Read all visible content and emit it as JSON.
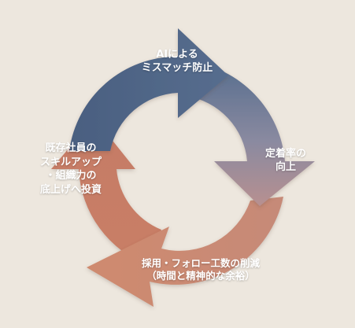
{
  "diagram": {
    "colors": {
      "background": "#ede7de",
      "top_arrow": "#4d6485",
      "right_arrow_start": "#526a8a",
      "right_arrow_end": "#b08c90",
      "bottom_arrow": "#c9826a",
      "left_arrow": "#c97b64",
      "text": "#ffffff"
    },
    "steps": [
      {
        "lines": [
          "AIによる",
          "ミスマッチ防止"
        ]
      },
      {
        "lines": [
          "定着率の",
          "向上"
        ]
      },
      {
        "lines": [
          "採用・フォロー工数の削減",
          "（時間と精神的な余裕）"
        ]
      },
      {
        "lines": [
          "既存社員の",
          "スキルアップ",
          "・組織力の",
          "底上げへ投資"
        ]
      }
    ]
  }
}
